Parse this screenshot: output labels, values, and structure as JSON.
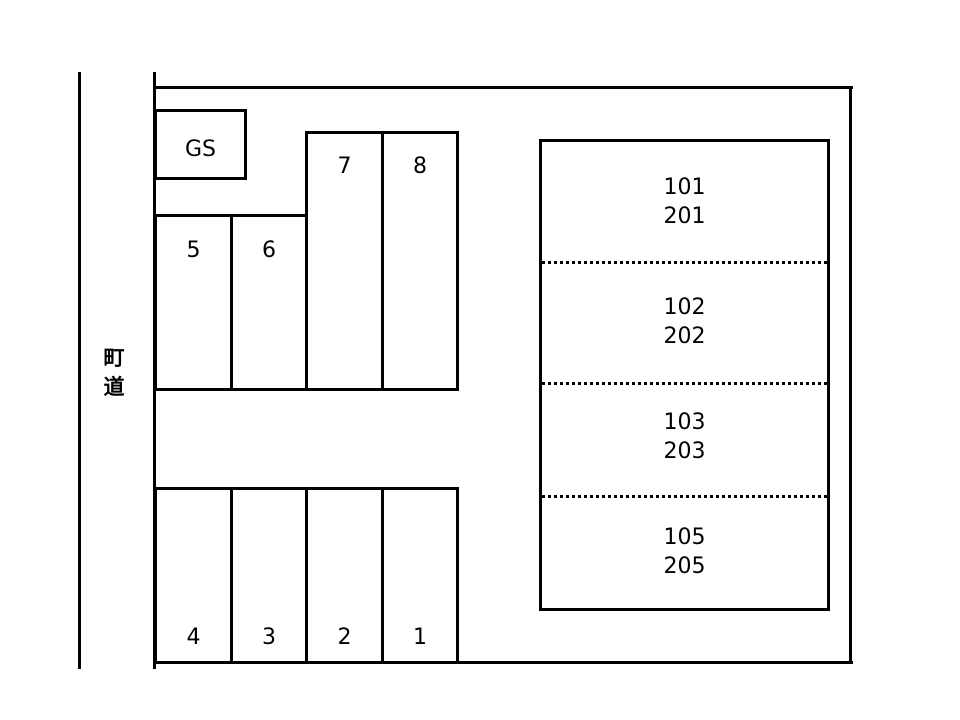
{
  "road": {
    "label_line1": "町",
    "label_line2": "道"
  },
  "gs": {
    "label": "GS"
  },
  "parking": {
    "top": [
      "5",
      "6",
      "7",
      "8"
    ],
    "bottom": [
      "4",
      "3",
      "2",
      "1"
    ]
  },
  "building": {
    "units": [
      {
        "line1": "101",
        "line2": "201"
      },
      {
        "line1": "102",
        "line2": "202"
      },
      {
        "line1": "103",
        "line2": "203"
      },
      {
        "line1": "105",
        "line2": "205"
      }
    ]
  }
}
